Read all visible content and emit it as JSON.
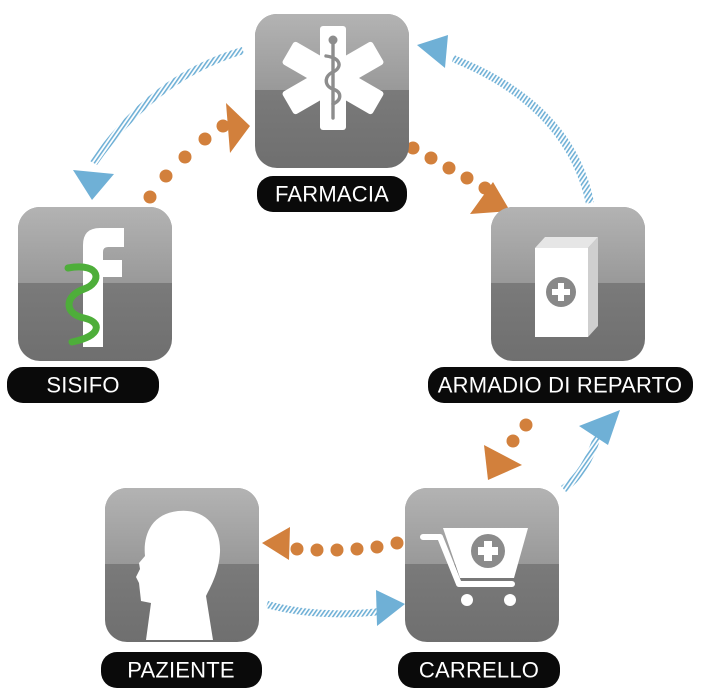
{
  "nodes": {
    "farmacia": {
      "label": "FARMACIA",
      "icon": "star-of-life-icon"
    },
    "armadio": {
      "label": "ARMADIO DI REPARTO",
      "icon": "medicine-box-icon"
    },
    "carrello": {
      "label": "CARRELLO",
      "icon": "medical-cart-icon"
    },
    "paziente": {
      "label": "PAZIENTE",
      "icon": "patient-head-icon"
    },
    "sisifo": {
      "label": "SISIFO",
      "icon": "sisifo-logo-icon"
    }
  },
  "edges": [
    {
      "from": "sisifo",
      "to": "farmacia",
      "style": "dotted",
      "color": "#d2803c"
    },
    {
      "from": "farmacia",
      "to": "armadio",
      "style": "dotted",
      "color": "#d2803c"
    },
    {
      "from": "armadio",
      "to": "carrello",
      "style": "dotted",
      "color": "#d2803c"
    },
    {
      "from": "carrello",
      "to": "paziente",
      "style": "dotted",
      "color": "#d2803c"
    },
    {
      "from": "paziente",
      "to": "carrello",
      "style": "hatched",
      "color": "#6fb0d6"
    },
    {
      "from": "carrello",
      "to": "armadio",
      "style": "hatched",
      "color": "#6fb0d6"
    },
    {
      "from": "armadio",
      "to": "farmacia",
      "style": "hatched",
      "color": "#6fb0d6"
    },
    {
      "from": "farmacia",
      "to": "sisifo",
      "style": "hatched",
      "color": "#6fb0d6"
    }
  ],
  "colors": {
    "tile_top": "#a3a3a3",
    "tile_bottom": "#7b7b7b",
    "label_bg": "#0a0a0a",
    "label_text": "#ffffff",
    "material_flow": "#d2803c",
    "info_flow": "#6fb0d6",
    "sisifo_snake": "#4eae3a"
  }
}
